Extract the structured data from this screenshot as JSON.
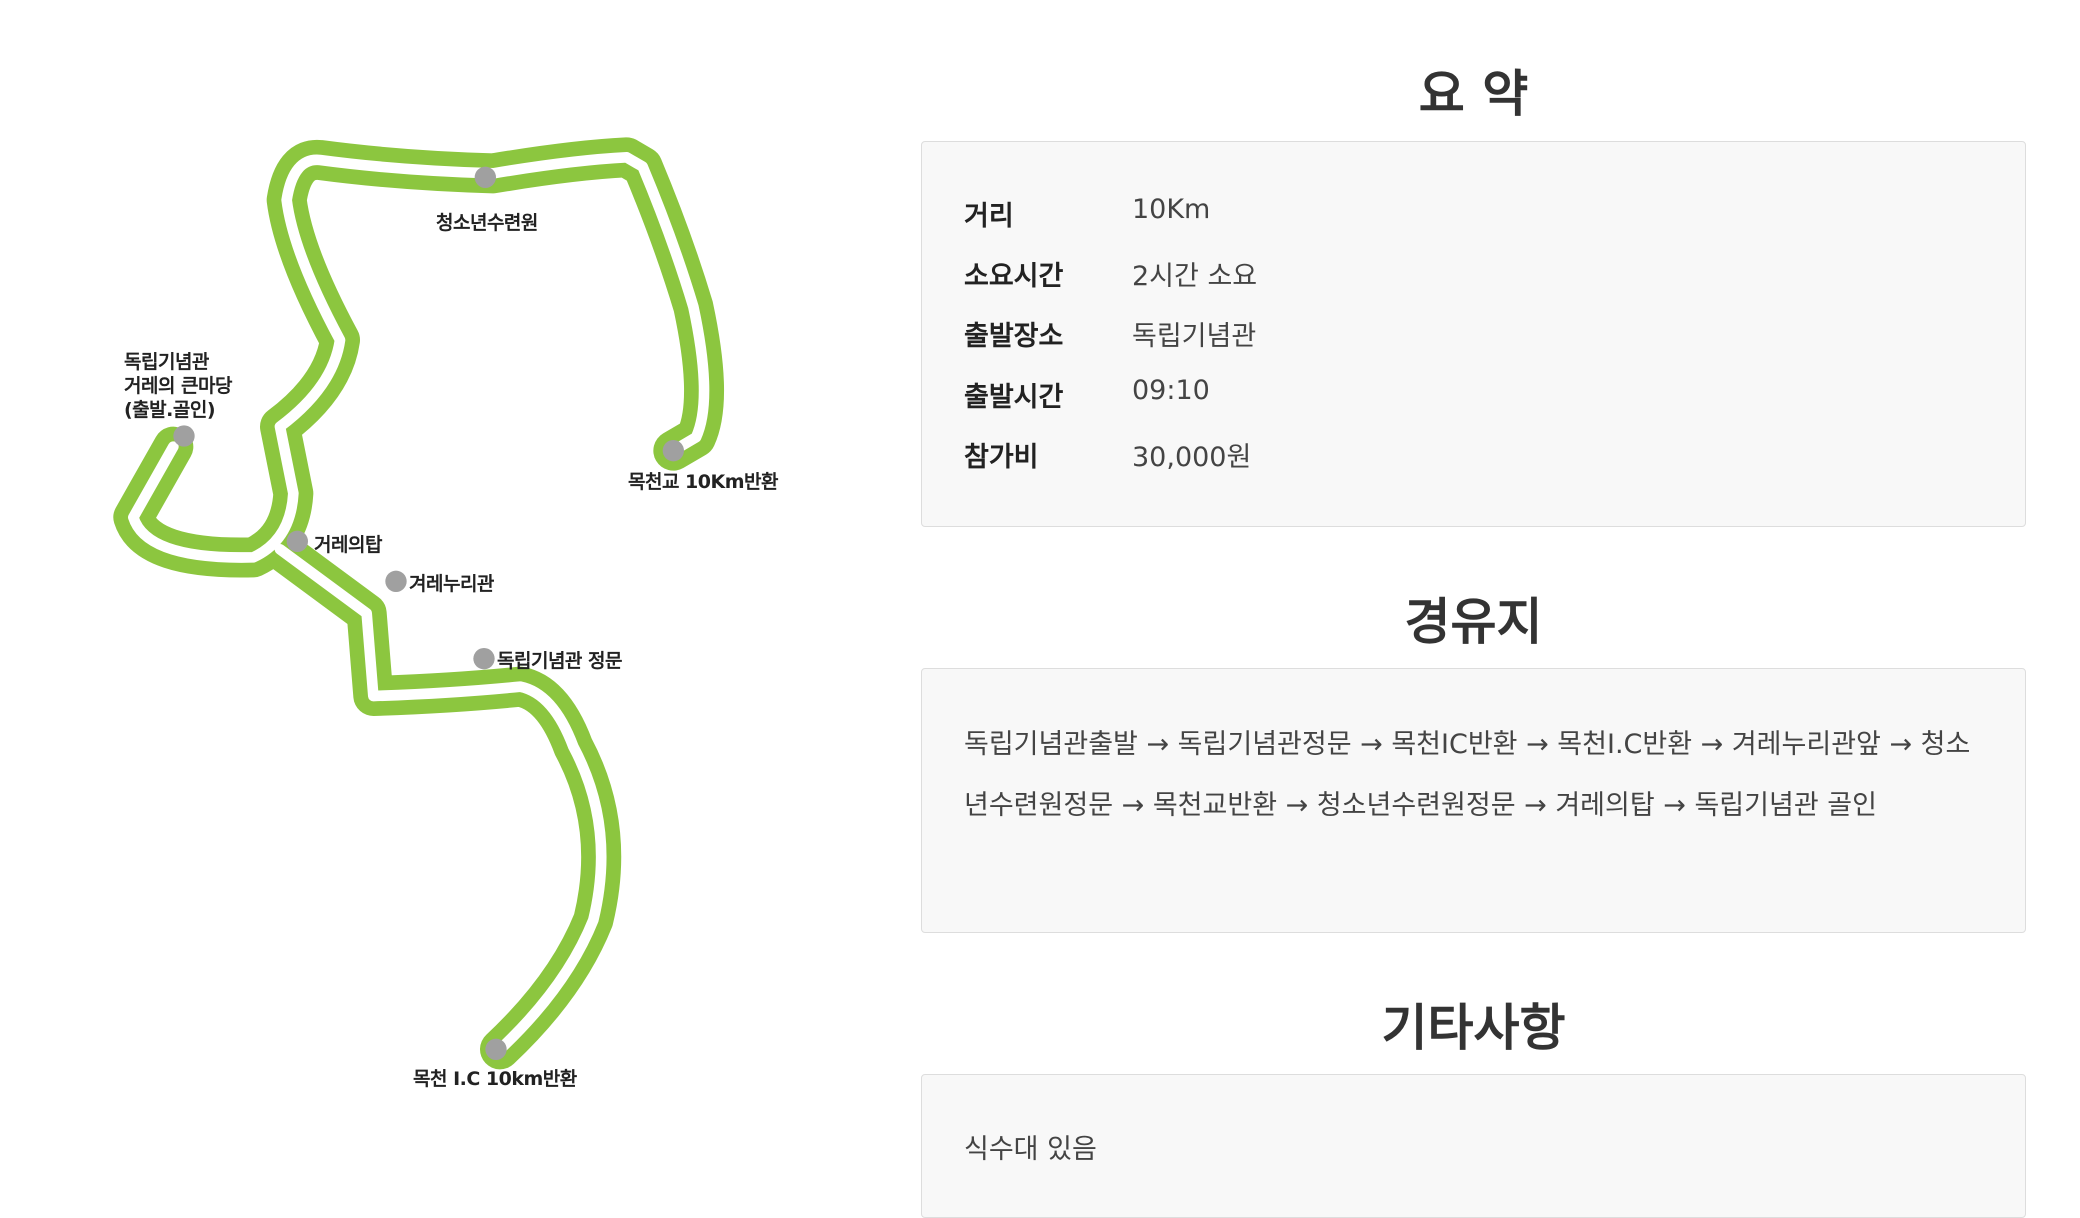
{
  "map": {
    "route_color": "#8cc63f",
    "labels": {
      "youth_center": "청소년수련원",
      "start_line1": "독립기념관",
      "start_line2": "거레의 큰마당",
      "start_line3": "(출발.골인)",
      "bridge_turn": "목천교 10Km반환",
      "tower": "거레의탑",
      "nuri_hall": "겨레누리관",
      "main_gate": "독립기념관 정문",
      "ic_turn": "목천 I.C 10km반환"
    }
  },
  "summary": {
    "title": "요 약",
    "rows": [
      {
        "label": "거리",
        "value": "10Km"
      },
      {
        "label": "소요시간",
        "value": "2시간 소요"
      },
      {
        "label": "출발장소",
        "value": "독립기념관"
      },
      {
        "label": "출발시간",
        "value": "09:10"
      },
      {
        "label": "참가비",
        "value": "30,000원"
      }
    ]
  },
  "waypoints": {
    "title": "경유지",
    "text": "독립기념관출발 → 독립기념관정문 → 목천IC반환 → 목천I.C반환 → 겨레누리관앞 → 청소년수련원정문 → 목천교반환 → 청소년수련원정문 → 겨레의탑 → 독립기념관 골인"
  },
  "misc": {
    "title": "기타사항",
    "text": "식수대 있음"
  }
}
